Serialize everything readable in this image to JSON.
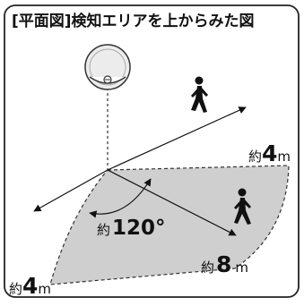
{
  "title": "[平面図]検知エリアを上からみた図",
  "colors": {
    "area_fill": "#cfcfcf",
    "line": "#111111",
    "border": "#222222",
    "sensor": "#e8e8e8"
  },
  "labels": {
    "top_right": {
      "prefix": "約",
      "value": "4",
      "unit": "m"
    },
    "angle": {
      "prefix": "約",
      "value": "120°"
    },
    "range": {
      "prefix": "約",
      "value": "8",
      "unit": "m"
    },
    "bottom_left": {
      "prefix": "約",
      "value": "4",
      "unit": "m"
    }
  },
  "icons": [
    "motion-sensor-icon",
    "walking-person-icon",
    "walking-person-icon"
  ]
}
